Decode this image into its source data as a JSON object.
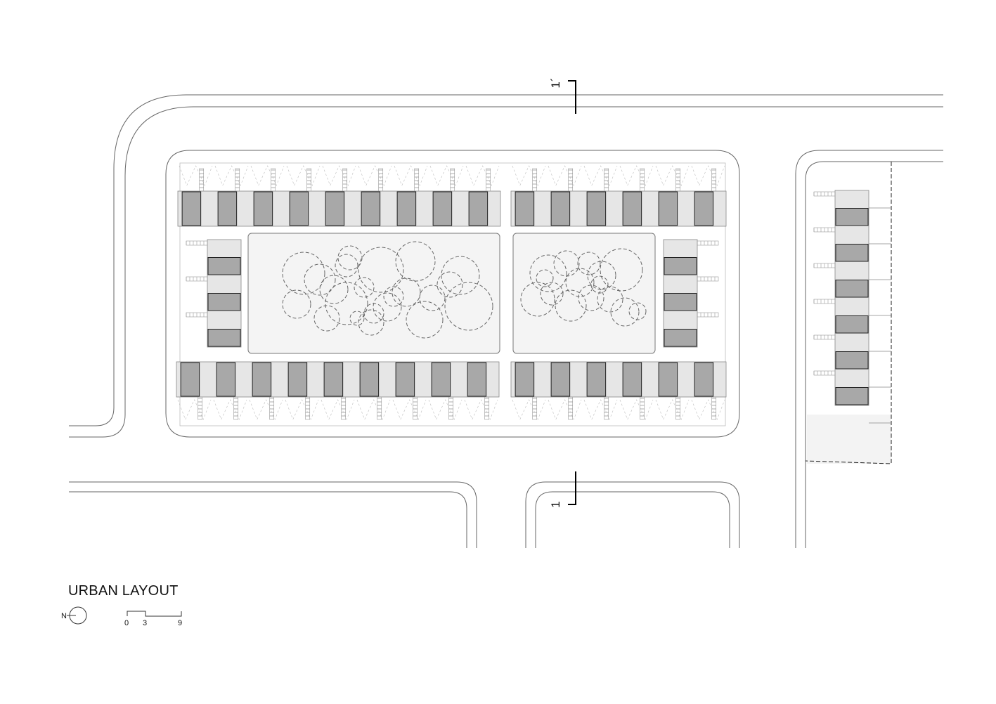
{
  "drawing": {
    "title": "URBAN LAYOUT",
    "north_label": "N",
    "section_marker_top": "1´",
    "section_marker_bottom": "1",
    "scale_ticks": [
      "0",
      "3",
      "9"
    ]
  },
  "colors": {
    "line": "#555555",
    "house_dark": "#a8a8a8",
    "house_light": "#e6e6e6",
    "plaza_fill": "#f2f2f2",
    "tree_stroke": "#666666"
  },
  "icons": {
    "north_arrow": "north-arrow-icon",
    "scale_bar": "scale-bar-icon"
  }
}
